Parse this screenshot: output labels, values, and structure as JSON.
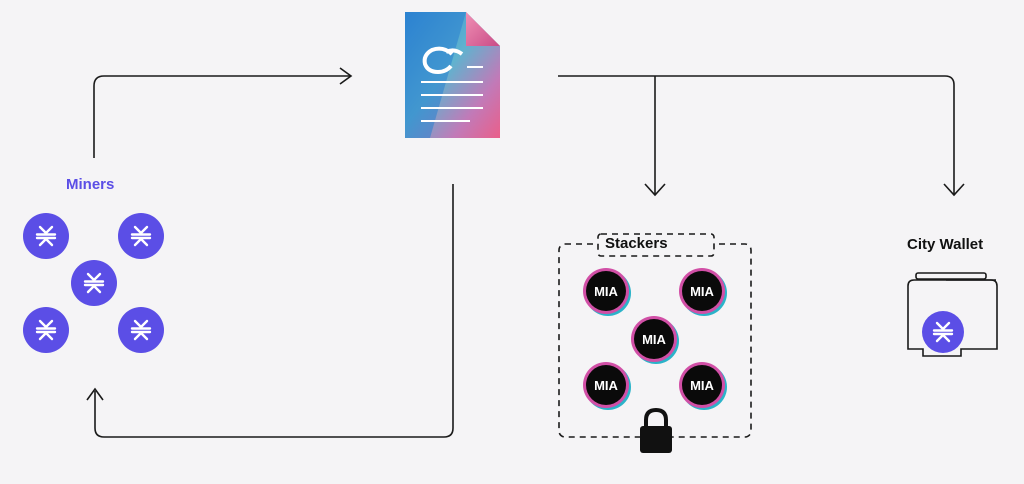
{
  "labels": {
    "miners": "Miners",
    "stackers": "Stackers",
    "city_wallet": "City Wallet"
  },
  "stackers": {
    "coin_label": "MIA",
    "count": 5
  },
  "miners": {
    "count": 5,
    "icon": "stx-icon"
  },
  "colors": {
    "accent_purple": "#5b4ee6",
    "arrow": "#1a1a1a",
    "mia_ring_pink": "#d14fa6",
    "mia_ring_cyan": "#2bb3c9",
    "document_blue": "#3a8fd6",
    "document_pink": "#e0608f"
  }
}
